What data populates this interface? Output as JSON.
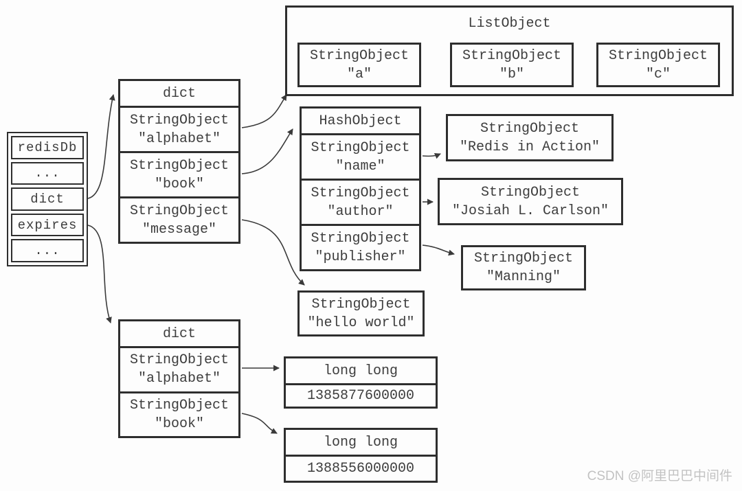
{
  "boxes": {
    "redisdb": {
      "rows": [
        "redisDb",
        "...",
        "dict",
        "expires",
        "..."
      ]
    },
    "dict_top": {
      "header": "dict",
      "entries": [
        {
          "type": "StringObject",
          "value": "\"alphabet\""
        },
        {
          "type": "StringObject",
          "value": "\"book\""
        },
        {
          "type": "StringObject",
          "value": "\"message\""
        }
      ]
    },
    "list_object": {
      "title": "ListObject",
      "items": [
        {
          "type": "StringObject",
          "value": "\"a\""
        },
        {
          "type": "StringObject",
          "value": "\"b\""
        },
        {
          "type": "StringObject",
          "value": "\"c\""
        }
      ]
    },
    "hash_object": {
      "header": "HashObject",
      "entries": [
        {
          "type": "StringObject",
          "value": "\"name\""
        },
        {
          "type": "StringObject",
          "value": "\"author\""
        },
        {
          "type": "StringObject",
          "value": "\"publisher\""
        }
      ]
    },
    "str_redis_in_action": {
      "type": "StringObject",
      "value": "\"Redis in Action\""
    },
    "str_josiah": {
      "type": "StringObject",
      "value": "\"Josiah L. Carlson\""
    },
    "str_manning": {
      "type": "StringObject",
      "value": "\"Manning\""
    },
    "str_hello_world": {
      "type": "StringObject",
      "value": "\"hello world\""
    },
    "dict_bottom": {
      "header": "dict",
      "entries": [
        {
          "type": "StringObject",
          "value": "\"alphabet\""
        },
        {
          "type": "StringObject",
          "value": "\"book\""
        }
      ]
    },
    "longlong_alphabet": {
      "header": "long long",
      "value": "1385877600000"
    },
    "longlong_book": {
      "header": "long long",
      "value": "1388556000000"
    }
  },
  "watermark": "CSDN @阿里巴巴中间件",
  "colors": {
    "line": "#3a3a3a",
    "border": "#2e2e2e",
    "text": "#3d3d3d",
    "watermark": "#c2c2c2",
    "background": "#fdfdfd"
  }
}
